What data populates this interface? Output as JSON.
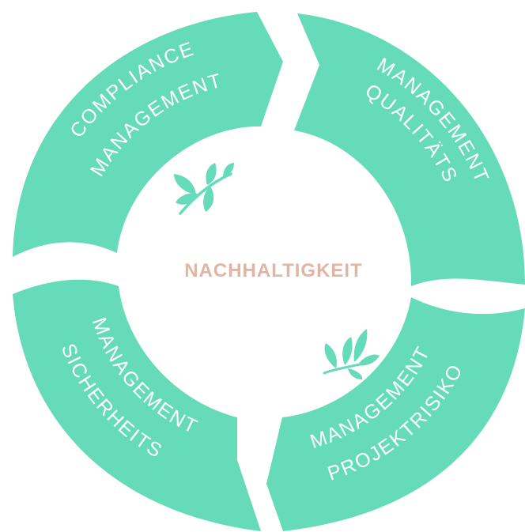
{
  "colors": {
    "segment_fill": "#66dbb9",
    "segment_text": "#ffffff",
    "center_text": "#e0b5a2",
    "leaf": "#66dbb9",
    "background": "#ffffff"
  },
  "center": {
    "label": "NACHHALTIGKEIT"
  },
  "segments": [
    {
      "id": "compliance",
      "line1": "COMPLIANCE",
      "line2": "MANAGEMENT"
    },
    {
      "id": "qualitaets",
      "line1": "QUALITÄTS",
      "line2": "MANAGEMENT"
    },
    {
      "id": "projektrisiko",
      "line1": "PROJEKTRISIKO",
      "line2": "MANAGEMENT"
    },
    {
      "id": "sicherheits",
      "line1": "SICHERHEITS",
      "line2": "MANAGEMENT"
    }
  ],
  "icons": [
    {
      "name": "leaf-branch-icon"
    },
    {
      "name": "leaf-sprig-icon"
    }
  ]
}
